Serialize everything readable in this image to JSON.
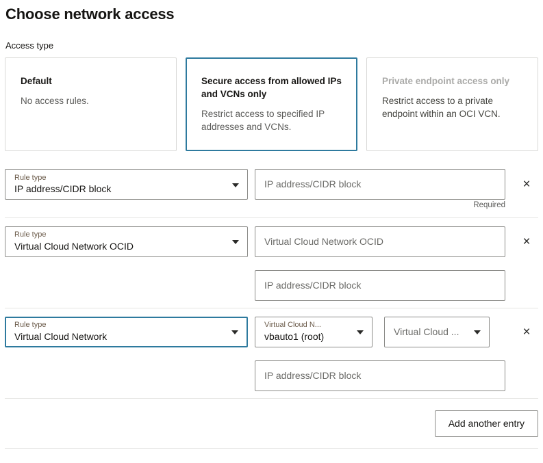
{
  "page": {
    "title": "Choose network access",
    "access_type_label": "Access type"
  },
  "access_types": [
    {
      "name": "default",
      "title": "Default",
      "description": "No access rules.",
      "selected": false,
      "disabled": false
    },
    {
      "name": "secure-access",
      "title": "Secure access from allowed IPs and VCNs only",
      "description": "Restrict access to specified IP addresses and VCNs.",
      "selected": true,
      "disabled": false
    },
    {
      "name": "private-endpoint",
      "title": "Private endpoint access only",
      "description": "Restrict access to a private endpoint within an OCI VCN.",
      "selected": false,
      "disabled": true
    }
  ],
  "rules": [
    {
      "rule_type_label": "Rule type",
      "rule_type_value": "IP address/CIDR block",
      "value_placeholder": "IP address/CIDR block",
      "helper_text": "Required",
      "remove_label": "×"
    },
    {
      "rule_type_label": "Rule type",
      "rule_type_value": "Virtual Cloud Network OCID",
      "value_placeholder": "Virtual Cloud Network OCID",
      "cidr_placeholder": "IP address/CIDR block",
      "remove_label": "×"
    },
    {
      "rule_type_label": "Rule type",
      "rule_type_value": "Virtual Cloud Network",
      "compartment_label": "Virtual Cloud N...",
      "compartment_value": "vbauto1 (root)",
      "vcn_placeholder": "Virtual Cloud ...",
      "cidr_placeholder": "IP address/CIDR block",
      "remove_label": "×"
    }
  ],
  "footer": {
    "add_entry_label": "Add another entry"
  },
  "colors": {
    "accent": "#2e7a9e",
    "border": "#8a8a87",
    "divider": "#e4e4e2",
    "text": "#161513",
    "muted": "#6b6b68",
    "label": "#6b5b4a",
    "disabled": "#aaaaa8"
  }
}
